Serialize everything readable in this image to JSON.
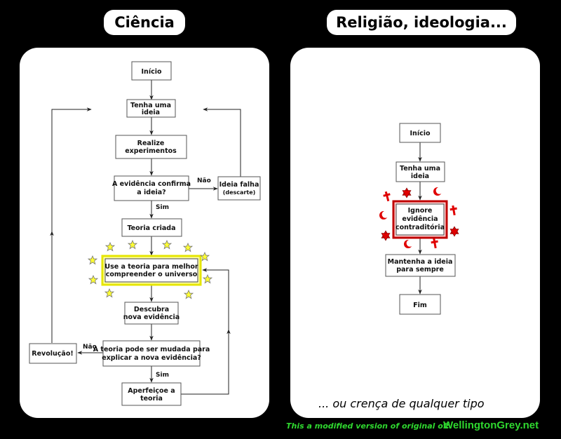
{
  "left": {
    "title": "Ciência",
    "nodes": {
      "inicio": "Início",
      "tenha1": "Tenha uma",
      "tenha2": "ideia",
      "realize1": "Realize",
      "realize2": "experimentos",
      "evid1": "A evidência confirma",
      "evid2": "a ideia?",
      "falha1": "Ideia falha",
      "falha2": "(descarte)",
      "teoria": "Teoria criada",
      "use1": "Use a teoria para melhor",
      "use2": "compreender o universo",
      "descubra1": "Descubra",
      "descubra2": "nova evidência",
      "pode1": "A teoria pode ser mudada para",
      "pode2": "explicar a nova evidência?",
      "revolucao": "Revolução!",
      "aperf1": "Aperfeiçoe a",
      "aperf2": "teoria"
    },
    "labels": {
      "nao1": "Não",
      "sim1": "Sim",
      "nao2": "Não",
      "sim2": "Sim"
    }
  },
  "right": {
    "title": "Religião, ideologia...",
    "nodes": {
      "inicio": "Início",
      "tenha1": "Tenha uma",
      "tenha2": "ideia",
      "ignore1": "Ignore",
      "ignore2": "evidência",
      "ignore3": "contraditória",
      "mant1": "Mantenha a ideia",
      "mant2": "para sempre",
      "fim": "Fim"
    },
    "caption": "... ou crença de qualquer tipo"
  },
  "footer": {
    "text": "This a modified version of original of:",
    "brand": "WellingtonGrey.net"
  },
  "colors": {
    "star_fill": "#ffff33",
    "highlight_border": "#e6e600",
    "red_border": "#c00000",
    "symbol_red": "#e00000",
    "footer_green": "#2fd82f"
  }
}
